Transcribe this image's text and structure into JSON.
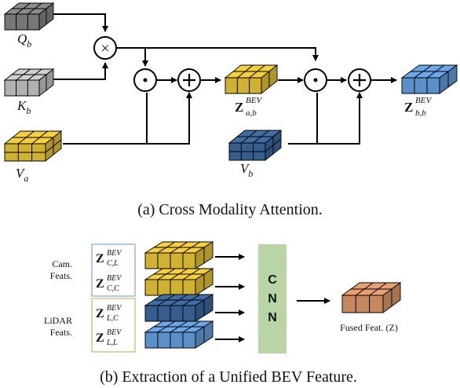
{
  "part_a": {
    "inputs": {
      "q": {
        "name": "Q",
        "sub": "b"
      },
      "k": {
        "name": "K",
        "sub": "b"
      },
      "va": {
        "name": "V",
        "sub": "a"
      },
      "vb": {
        "name": "V",
        "sub": "b"
      }
    },
    "operators": {
      "multiply": "×",
      "dot": "·",
      "plus": "+"
    },
    "outputs": {
      "zab": {
        "name": "Z",
        "sup": "BEV",
        "sub": "a,b"
      },
      "zbb": {
        "name": "Z",
        "sup": "BEV",
        "sub": "b,b"
      }
    },
    "caption": "(a) Cross Modality Attention."
  },
  "part_b": {
    "cam_label": [
      "Cam.",
      "Feats."
    ],
    "lidar_label": [
      "LiDAR",
      "Feats."
    ],
    "features": [
      {
        "name": "Z",
        "sup": "BEV",
        "sub": "C,L"
      },
      {
        "name": "Z",
        "sup": "BEV",
        "sub": "C,C"
      },
      {
        "name": "Z",
        "sup": "BEV",
        "sub": "L,C"
      },
      {
        "name": "Z",
        "sup": "BEV",
        "sub": "L,L"
      }
    ],
    "cnn_letters": [
      "C",
      "N",
      "N"
    ],
    "fused_label": "Fused Feat. (Z)",
    "caption": "(b) Extraction of a Unified BEV Feature."
  },
  "colors": {
    "gray_dark": "#8c8c8c",
    "gray_light": "#d0d0d0",
    "yellow": "#f5d03a",
    "blue_dark": "#3e6ea6",
    "blue_light": "#6aa8ea",
    "orange": "#e9a070",
    "cnn_green": "#b9d5a6",
    "cam_box": "#7aa6d6",
    "lidar_box": "#d9b35a"
  }
}
